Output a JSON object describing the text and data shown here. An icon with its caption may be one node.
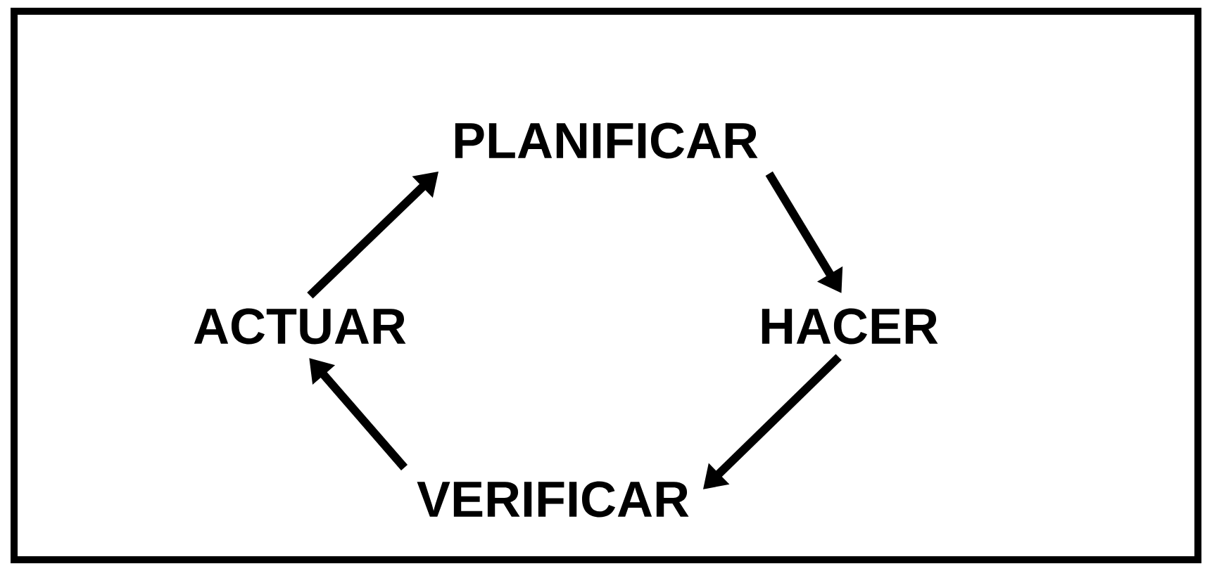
{
  "diagram": {
    "nodes": [
      {
        "text": [
          "PLANIFICAR"
        ]
      },
      {
        "text": [
          "HACER"
        ]
      },
      {
        "text": [
          "VERIFICAR"
        ]
      },
      {
        "text": [
          "ACTUAR"
        ]
      }
    ],
    "edges": [
      {
        "from": 0,
        "to": 1,
        "arrow": "to"
      },
      {
        "from": 1,
        "to": 2,
        "arrow": "to"
      },
      {
        "from": 2,
        "to": 3,
        "arrow": "to"
      },
      {
        "from": 3,
        "to": 0,
        "arrow": "to"
      }
    ]
  }
}
